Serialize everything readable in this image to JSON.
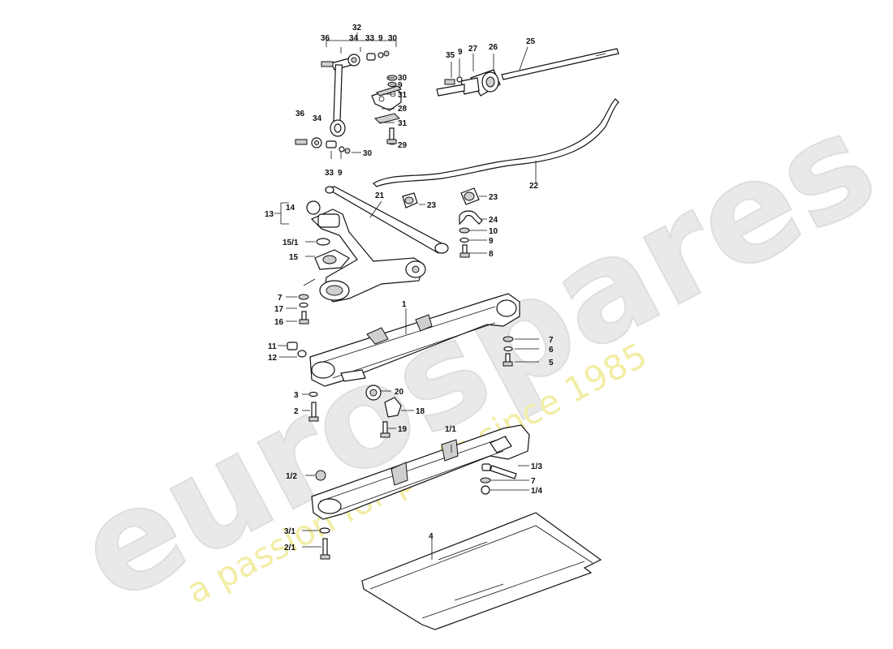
{
  "watermark": {
    "brand": "eurospares",
    "tagline": "a passion for parts since 1985"
  },
  "callouts": {
    "c32": "32",
    "c36a": "36",
    "c34a": "34",
    "c33a": "33",
    "c9a": "9",
    "c30a": "30",
    "c30b": "30",
    "c9b": "9",
    "c31a": "31",
    "c28": "28",
    "c31b": "31",
    "c29": "29",
    "c36b": "36",
    "c34b": "34",
    "c30c": "30",
    "c33b": "33",
    "c9c": "9",
    "c35": "35",
    "c9d": "9",
    "c27": "27",
    "c26": "26",
    "c25": "25",
    "c22": "22",
    "c21": "21",
    "c23a": "23",
    "c23b": "23",
    "c24": "24",
    "c10": "10",
    "c9e": "9",
    "c8": "8",
    "c14": "14",
    "c13": "13",
    "c15_1": "15/1",
    "c15": "15",
    "c7a": "7",
    "c17": "17",
    "c16": "16",
    "c1": "1",
    "c7b": "7",
    "c6": "6",
    "c5": "5",
    "c11": "11",
    "c12": "12",
    "c20": "20",
    "c3": "3",
    "c18": "18",
    "c2": "2",
    "c19": "19",
    "c1_1": "1/1",
    "c1_2": "1/2",
    "c1_3": "1/3",
    "c7c": "7",
    "c1_4": "1/4",
    "c4": "4",
    "c3_1": "3/1",
    "c2_1": "2/1"
  }
}
